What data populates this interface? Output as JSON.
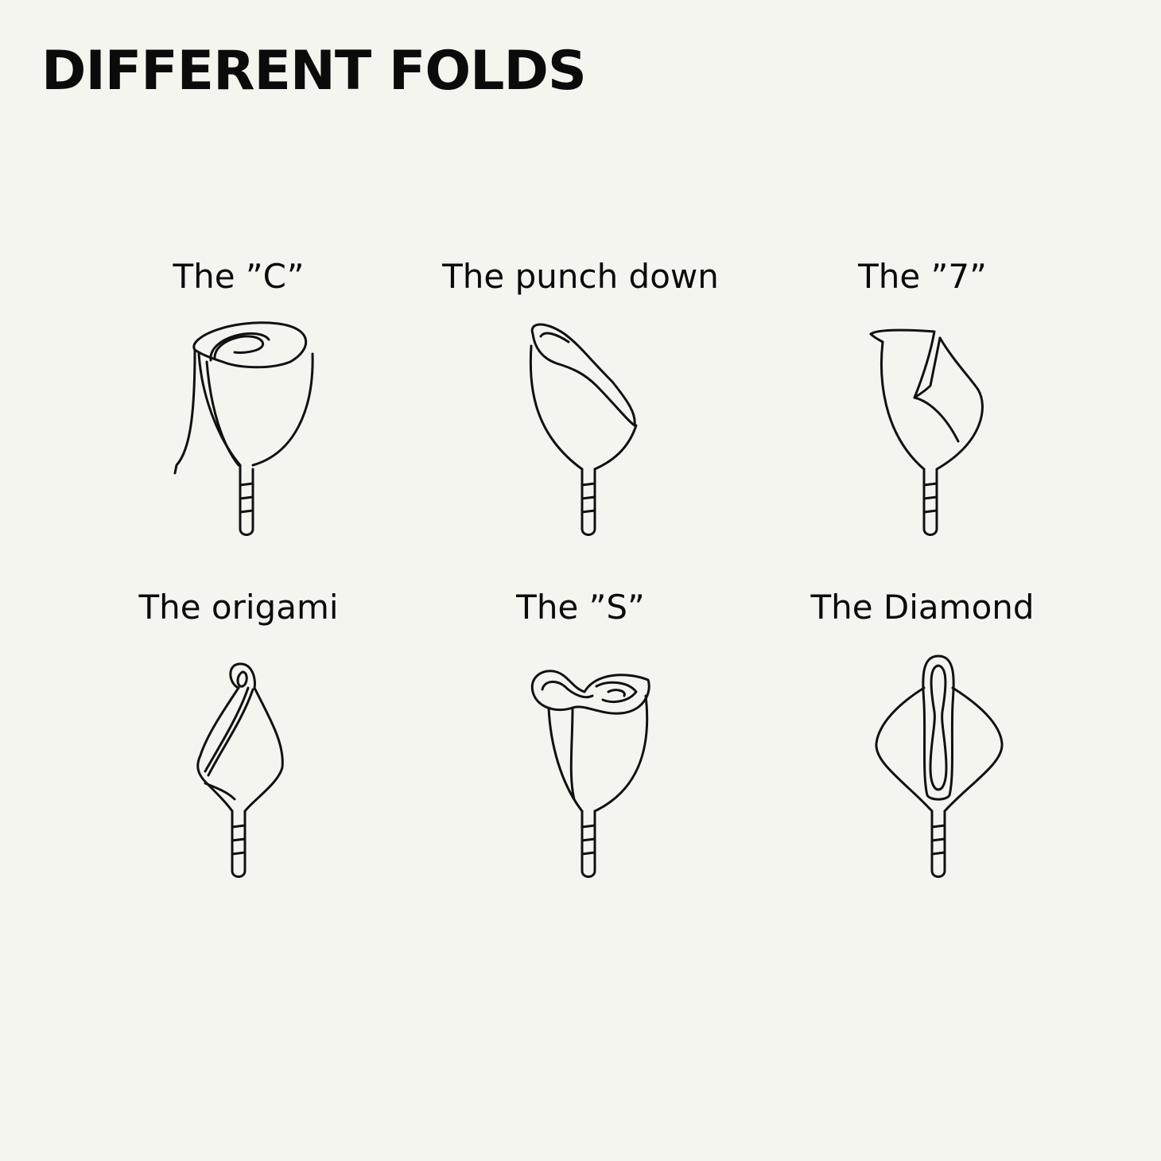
{
  "title": "DIFFERENT FOLDS",
  "folds": [
    {
      "label": "The ”C”",
      "icon": "c-fold-cup-icon"
    },
    {
      "label": "The punch down",
      "icon": "punch-down-fold-cup-icon"
    },
    {
      "label": "The ”7”",
      "icon": "seven-fold-cup-icon"
    },
    {
      "label": "The origami",
      "icon": "origami-fold-cup-icon"
    },
    {
      "label": "The ”S”",
      "icon": "s-fold-cup-icon"
    },
    {
      "label": "The Diamond",
      "icon": "diamond-fold-cup-icon"
    }
  ]
}
